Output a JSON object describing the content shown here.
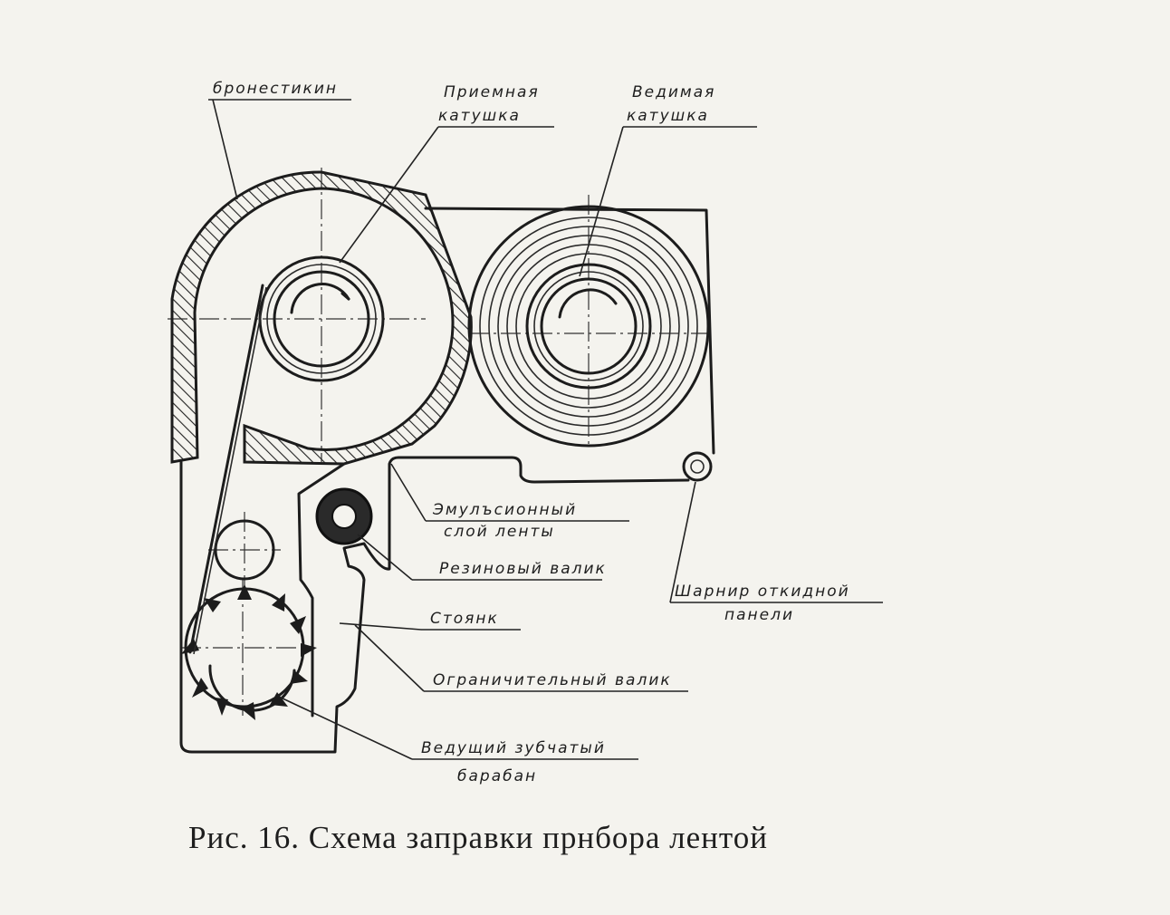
{
  "labels": {
    "film_channel": "бронестикин",
    "take_up_reel": [
      "Приемная",
      "катушка"
    ],
    "driven_reel": [
      "Ведимая",
      "катушка"
    ],
    "emulsion_trace": [
      "Эмулъсионный",
      "слой ленты"
    ],
    "rubber_roller": "Резиновый валик",
    "pressure_pad": "Стоянк",
    "limiting_roller": "Ограничительный валик",
    "drive_sprocket": [
      "Ведущий зубчатый",
      "барабан"
    ],
    "hinge": [
      "Шарнир откидной",
      "панели"
    ]
  },
  "caption": "Рис. 16. Схема заправки прнбора лентой"
}
